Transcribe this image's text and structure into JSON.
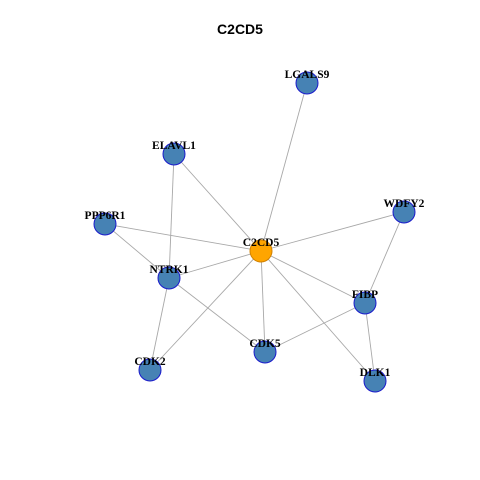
{
  "title": "C2CD5",
  "colors": {
    "center_fill": "#FFA500",
    "center_stroke": "#D08000",
    "node_fill": "#4682B4",
    "node_stroke": "#1a1acc",
    "edge": "#a8a8a8"
  },
  "nodes": [
    {
      "id": "C2CD5",
      "label": "C2CD5",
      "center": true
    },
    {
      "id": "LGALS9",
      "label": "LGALS9",
      "center": false
    },
    {
      "id": "ELAVL1",
      "label": "ELAVL1",
      "center": false
    },
    {
      "id": "WDFY2",
      "label": "WDFY2",
      "center": false
    },
    {
      "id": "PPP6R1",
      "label": "PPP6R1",
      "center": false
    },
    {
      "id": "NTRK1",
      "label": "NTRK1",
      "center": false
    },
    {
      "id": "FIBP",
      "label": "FIBP",
      "center": false
    },
    {
      "id": "CDK5",
      "label": "CDK5",
      "center": false
    },
    {
      "id": "CDK2",
      "label": "CDK2",
      "center": false
    },
    {
      "id": "DLK1",
      "label": "DLK1",
      "center": false
    }
  ],
  "edges": [
    [
      "C2CD5",
      "LGALS9"
    ],
    [
      "C2CD5",
      "ELAVL1"
    ],
    [
      "C2CD5",
      "WDFY2"
    ],
    [
      "C2CD5",
      "PPP6R1"
    ],
    [
      "C2CD5",
      "NTRK1"
    ],
    [
      "C2CD5",
      "FIBP"
    ],
    [
      "C2CD5",
      "CDK5"
    ],
    [
      "C2CD5",
      "CDK2"
    ],
    [
      "C2CD5",
      "DLK1"
    ],
    [
      "ELAVL1",
      "NTRK1"
    ],
    [
      "PPP6R1",
      "NTRK1"
    ],
    [
      "NTRK1",
      "CDK2"
    ],
    [
      "NTRK1",
      "CDK5"
    ],
    [
      "WDFY2",
      "FIBP"
    ],
    [
      "FIBP",
      "CDK5"
    ],
    [
      "FIBP",
      "DLK1"
    ]
  ]
}
